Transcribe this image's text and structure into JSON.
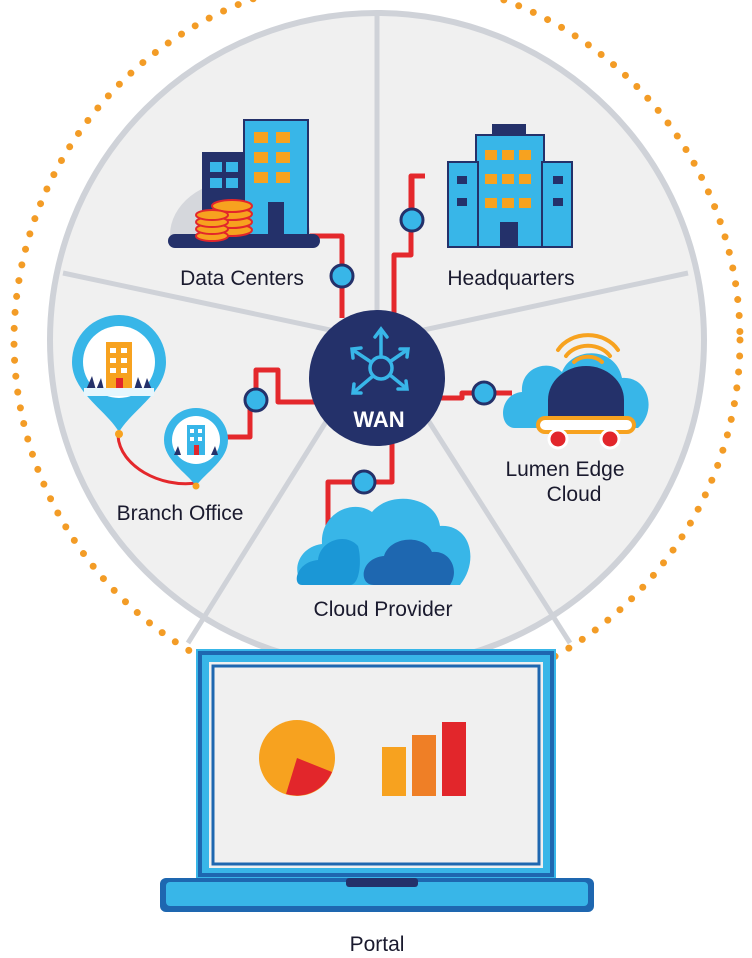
{
  "diagram": {
    "hub": {
      "label": "WAN"
    },
    "nodes": {
      "data_centers": "Data Centers",
      "headquarters": "Headquarters",
      "lumen_edge_cloud_line1": "Lumen Edge",
      "lumen_edge_cloud_line2": "Cloud",
      "cloud_provider": "Cloud Provider",
      "branch_office": "Branch Office"
    },
    "portal": {
      "label": "Portal"
    }
  },
  "colors": {
    "hub": "#24316a",
    "link": "#e4282c",
    "connector": "#38b6e8",
    "wheel": "#f0f0f0",
    "wheel_border": "#cfd2d8",
    "dots": "#f39c26",
    "sky_blue": "#3cc4f0",
    "orange": "#f7a21f",
    "red": "#e2262b"
  }
}
